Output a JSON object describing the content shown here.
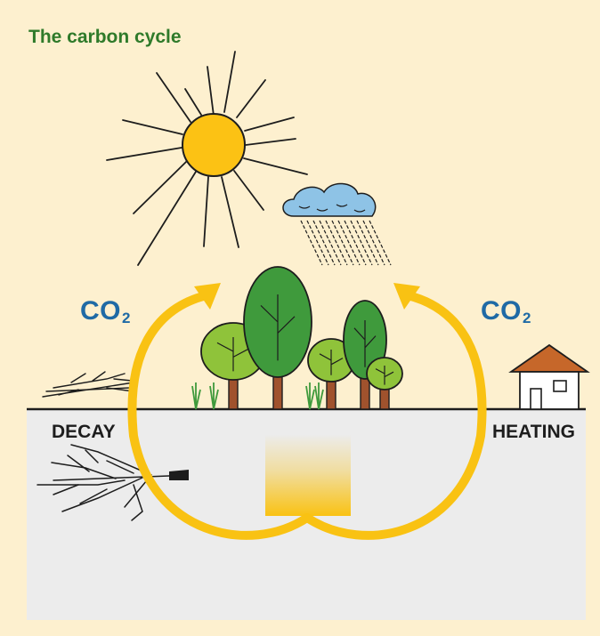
{
  "title": "The carbon cycle",
  "co2_left": {
    "main": "CO",
    "sub": "2"
  },
  "co2_right": {
    "main": "CO",
    "sub": "2"
  },
  "decay_label": "DECAY",
  "heating_label": "HEATING",
  "colors": {
    "background": "#fdf0cf",
    "ground": "#ececec",
    "title": "#2f7a2a",
    "co2": "#1f6aa5",
    "arrow": "#f9c213",
    "sun": "#fcc214",
    "cloud": "#8ec3e6",
    "tree_light": "#8fc33a",
    "tree_dark": "#3f9a3c",
    "trunk": "#a0522d",
    "roof": "#c6672a"
  },
  "icons": [
    "sun-icon",
    "cloud-icon",
    "rain-icon",
    "tree-icon",
    "house-icon",
    "branches-icon",
    "roots-icon"
  ]
}
